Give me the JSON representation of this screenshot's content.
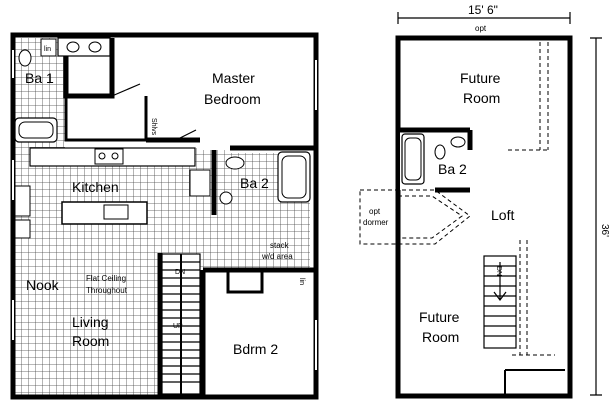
{
  "plan": {
    "rooms": {
      "ba1": "Ba 1",
      "master_bedroom_line1": "Master",
      "master_bedroom_line2": "Bedroom",
      "kitchen": "Kitchen",
      "ba2": "Ba 2",
      "nook": "Nook",
      "flat_ceiling_line1": "Flat Ceiling",
      "flat_ceiling_line2": "Throughout",
      "living_line1": "Living",
      "living_line2": "Room",
      "bdrm2": "Bdrm 2"
    },
    "fixtures": {
      "lin_left": "lin",
      "lin_right": "lin",
      "shelves": "Shlvs",
      "stack_line1": "stack",
      "stack_line2": "w/d area",
      "dn": "DN",
      "up": "UP"
    }
  },
  "loft_plan": {
    "dim_width": "15' 6\"",
    "dim_depth": "36'",
    "opt_window": "opt",
    "opt_dormer_line1": "opt",
    "opt_dormer_line2": "dormer",
    "rooms": {
      "future_top_line1": "Future",
      "future_top_line2": "Room",
      "ba2": "Ba 2",
      "loft": "Loft",
      "future_bottom_line1": "Future",
      "future_bottom_line2": "Room"
    },
    "stairs_dn": "DN"
  }
}
